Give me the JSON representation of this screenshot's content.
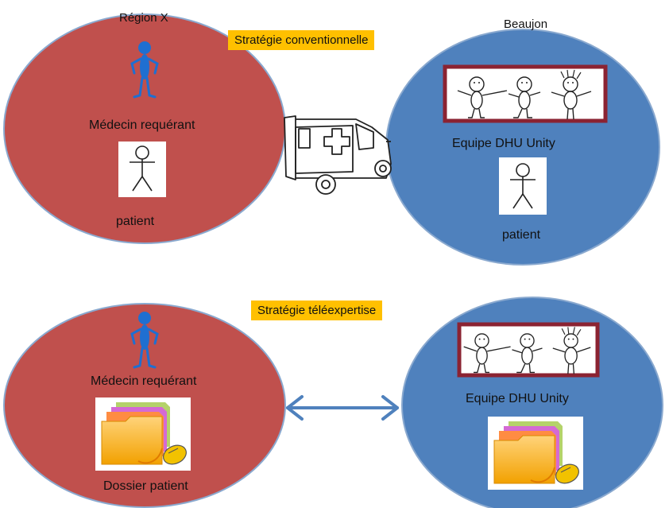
{
  "top_section": {
    "banner": "Stratégie conventionnelle",
    "left_region": {
      "location_label": "Région X",
      "doctor_label": "Médecin requérant",
      "patient_label": "patient",
      "icons": [
        "doctor-figure-icon",
        "patient-stick-figure-icon"
      ]
    },
    "transport_icon": "ambulance-icon",
    "right_region": {
      "location_label": "Beaujon",
      "team_label": "Equipe DHU Unity",
      "patient_label": "patient",
      "icons": [
        "team-stick-figures-icon",
        "patient-stick-figure-icon"
      ]
    }
  },
  "bottom_section": {
    "banner": "Stratégie téléexpertise",
    "left_region": {
      "doctor_label": "Médecin requérant",
      "file_label": "Dossier patient",
      "icons": [
        "doctor-figure-icon",
        "folder-mouse-icon"
      ]
    },
    "connector_icon": "double-arrow-icon",
    "right_region": {
      "team_label": "Equipe DHU Unity",
      "icons": [
        "team-stick-figures-icon",
        "folder-mouse-icon"
      ]
    }
  },
  "colors": {
    "left_ellipse": "#c0504d",
    "right_ellipse": "#4f81bd",
    "ellipse_border": "#8aa9cf",
    "banner": "#ffc000",
    "team_frame": "#8b2332",
    "doctor_figure": "#1f6fd1",
    "arrow": "#4f81bd"
  }
}
